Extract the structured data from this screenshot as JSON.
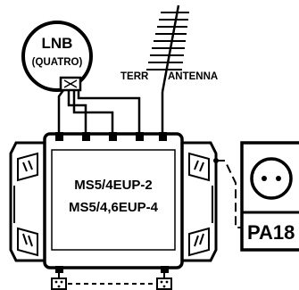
{
  "lnb": {
    "title": "LNB",
    "subtitle": "(QUATRO)"
  },
  "antenna": {
    "label_left": "TERR",
    "label_right": "ANTENNA"
  },
  "multiswitch": {
    "model_line1": "MS5/4EUP-2",
    "model_line2": "MS5/4,6EUP-4"
  },
  "power_adapter": {
    "label": "PA18"
  },
  "colors": {
    "stroke": "#000000",
    "background": "#ffffff"
  }
}
